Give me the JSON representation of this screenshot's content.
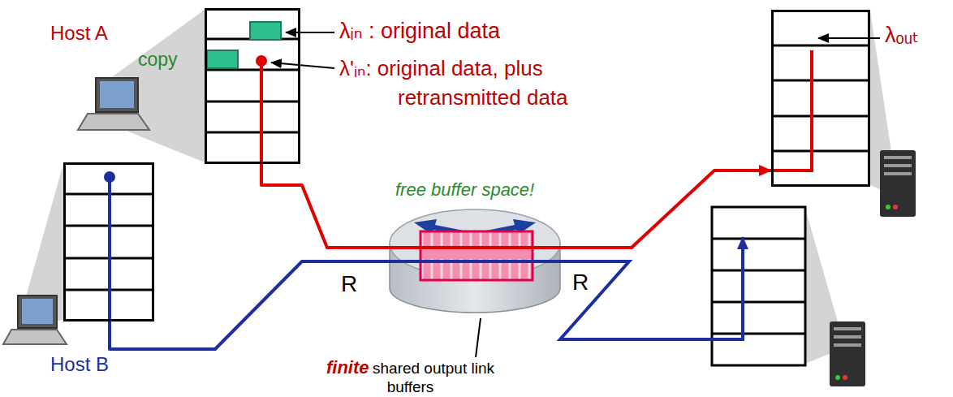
{
  "diagram": {
    "nodes": [
      {
        "text": [
          "Host A",
          "copy"
        ]
      },
      {
        "text": [
          "Host B"
        ]
      },
      {
        "text": [
          "free buffer space!"
        ]
      },
      {
        "text": [
          "λₒᵤₜ"
        ]
      }
    ],
    "edges": [
      {
        "from": 0,
        "to": 2,
        "arrow": "none"
      },
      {
        "from": 1,
        "to": 2,
        "arrow": "none"
      },
      {
        "from": 2,
        "to": 3,
        "arrow": "to"
      }
    ],
    "labels": [
      "λᵢₙ : original data",
      "λ'ᵢₙ: original data, plus retransmitted data",
      "R",
      "R",
      "finite",
      "shared output link buffers"
    ]
  }
}
